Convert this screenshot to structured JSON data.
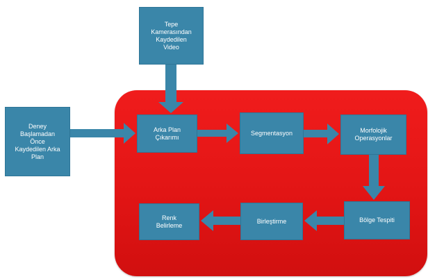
{
  "nodes": {
    "video": "Tepe\nKamerasından\nKaydedilen\nVideo",
    "before": "Deney\nBaşlamadan\nÖnce\nKaydedilen Arka\nPlan",
    "background_subtraction": "Arka Plan\nÇıkarımı",
    "segmentation": "Segmentasyon",
    "morphological": "Morfolojik\nOperasyonlar",
    "region_detection": "Bölge Tespiti",
    "merging": "Birleştirme",
    "color_detection": "Renk\nBelirleme"
  },
  "edges": [
    {
      "from": "video",
      "to": "background_subtraction"
    },
    {
      "from": "before",
      "to": "background_subtraction"
    },
    {
      "from": "background_subtraction",
      "to": "segmentation"
    },
    {
      "from": "segmentation",
      "to": "morphological"
    },
    {
      "from": "morphological",
      "to": "region_detection"
    },
    {
      "from": "region_detection",
      "to": "merging"
    },
    {
      "from": "merging",
      "to": "color_detection"
    }
  ],
  "colors": {
    "node_fill": "#3a86a9",
    "arrow": "#3a86a9",
    "region_fill": "#e41717"
  }
}
